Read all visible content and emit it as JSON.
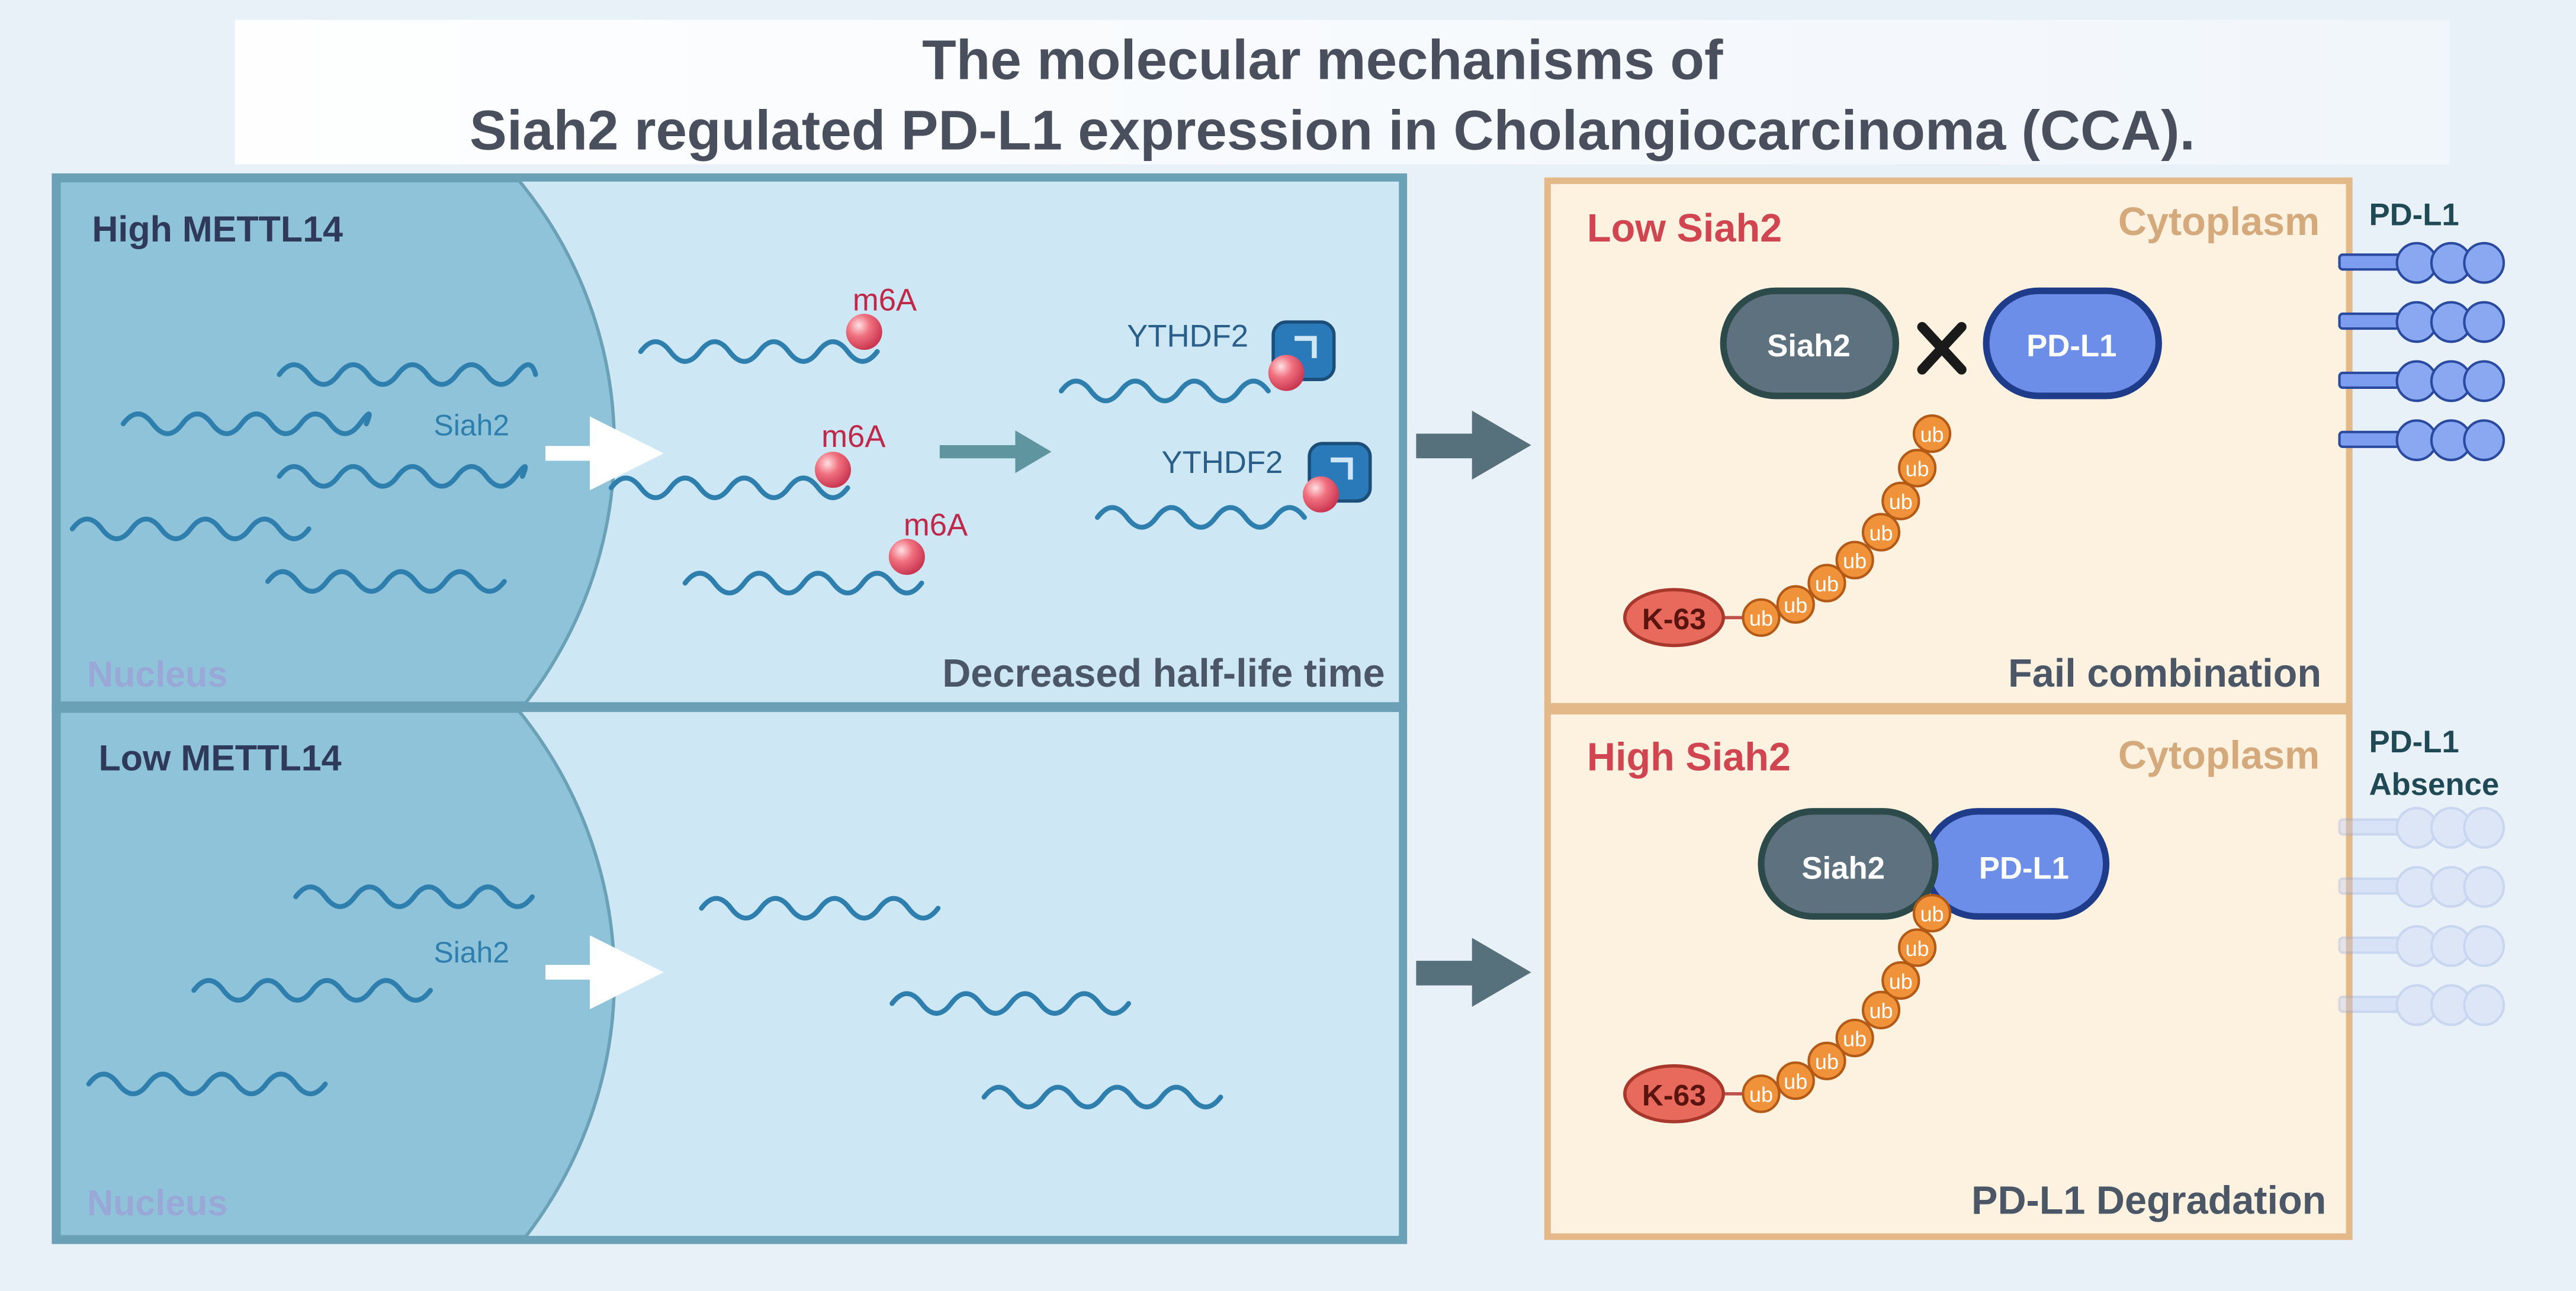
{
  "title": {
    "line1": "The molecular mechanisms of",
    "line2": "Siah2 regulated PD-L1 expression in Cholangiocarcinoma (CCA)."
  },
  "panels": {
    "high_mettl14": {
      "label": "High METTL14",
      "nucleus": "Nucleus",
      "siah2": "Siah2",
      "m6a": "m6A",
      "ythdf2": "YTHDF2",
      "caption": "Decreased half-life time"
    },
    "low_mettl14": {
      "label": "Low METTL14",
      "nucleus": "Nucleus",
      "siah2": "Siah2"
    },
    "low_siah2": {
      "label": "Low Siah2",
      "cytoplasm": "Cytoplasm",
      "siah2_protein": "Siah2",
      "pdl1_protein": "PD-L1",
      "k63": "K-63",
      "ub": "ub",
      "caption": "Fail combination"
    },
    "high_siah2": {
      "label": "High Siah2",
      "cytoplasm": "Cytoplasm",
      "siah2_protein": "Siah2",
      "pdl1_protein": "PD-L1",
      "k63": "K-63",
      "ub": "ub",
      "caption": "PD-L1 Degradation"
    }
  },
  "membrane": {
    "top_label": "PD-L1",
    "bottom_label_line1": "PD-L1",
    "bottom_label_line2": "Absence"
  },
  "colors": {
    "title_text": "#4a4f5e",
    "title_band": "#f6f9fc",
    "nucleus_fill": "#8fc3d9",
    "left_panel_fill": "#cde7f4",
    "left_panel_border": "#6aa1b7",
    "right_panel_fill": "#fdf1e0",
    "right_panel_border": "#e3b98a",
    "rna": "#2f7fae",
    "m6a_dot": "#e8586b",
    "m6a_text": "#c0284a",
    "ythdf2": "#2a79b8",
    "siah2_protein": "#5e717f",
    "pdl1_protein": "#6c8ee8",
    "ub": "#f0923a",
    "k63": "#e86a5c",
    "red_label": "#d0454f",
    "cytoplasm_label": "#d4a97c",
    "dark_label": "#2f3a5a",
    "arrow_dark": "#56707c",
    "arrow_teal": "#5f959f"
  }
}
